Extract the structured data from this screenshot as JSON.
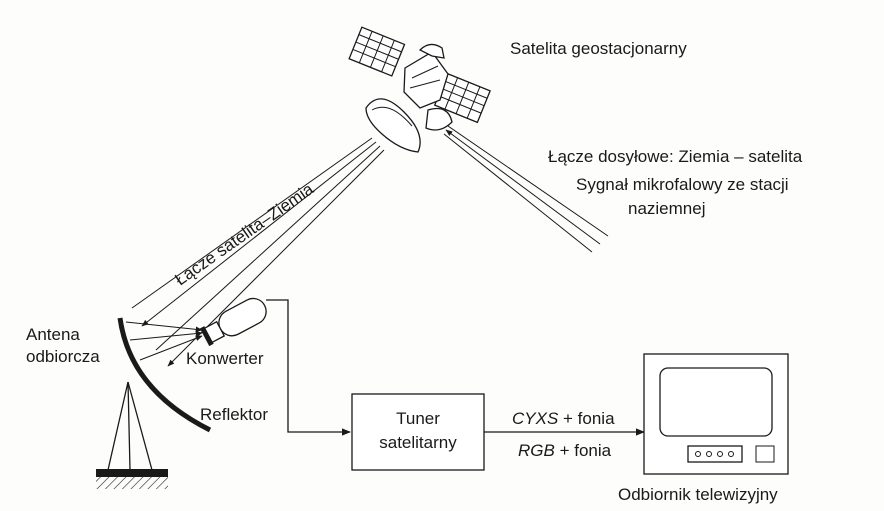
{
  "labels": {
    "satellite": "Satelita geostacjonarny",
    "uplink_line1": "Łącze dosyłowe: Ziemia – satelita",
    "uplink_line2": "Sygnał mikrofalowy ze stacji",
    "uplink_line3": "naziemnej",
    "downlink": "Łącze satelita–Ziemia",
    "antenna_line1": "Antena",
    "antenna_line2": "odbiorcza",
    "converter": "Konwerter",
    "reflector": "Reflektor",
    "tuner_line1": "Tuner",
    "tuner_line2": "satelitarny",
    "signal1_main": "CYXS",
    "signal1_rest": " + fonia",
    "signal2_main": "RGB",
    "signal2_rest": " + fonia",
    "tv_receiver": "Odbiornik telewizyjny"
  },
  "colors": {
    "ink": "#1a1a1a",
    "paper": "#fdfdfb"
  },
  "icons": {
    "satellite": "satellite-icon",
    "dish": "dish-antenna-icon",
    "converter": "lnb-converter-icon",
    "tv": "television-icon"
  }
}
